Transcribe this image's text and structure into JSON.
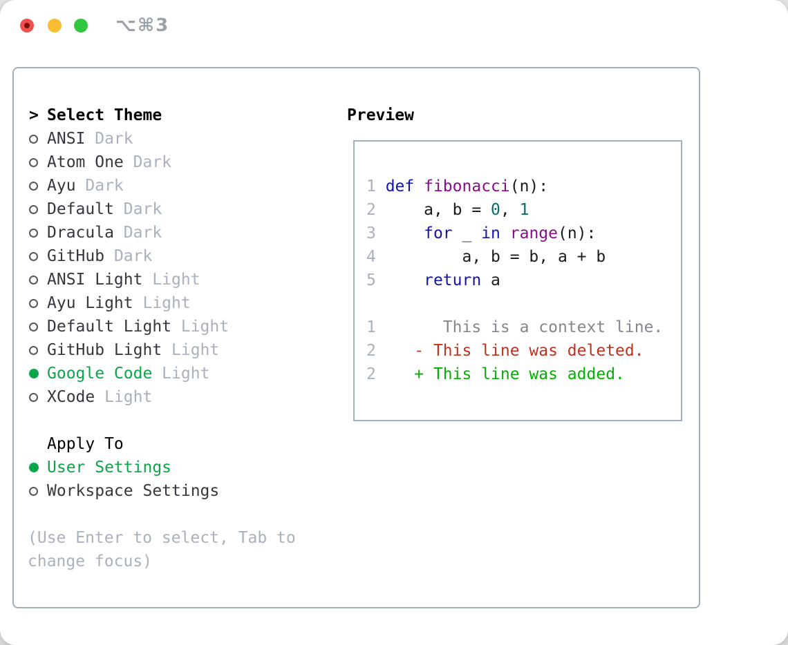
{
  "window": {
    "title": "⌥⌘3"
  },
  "colors": {
    "accent_green": "#0ca64a",
    "added_green": "#00b100",
    "deleted_red": "#c52f1d",
    "context_gray": "#82878d",
    "keyword_blue": "#1414ad",
    "function_purple": "#890d89",
    "literal_teal": "#0d6a6a",
    "muted_gray": "#a9b1bd",
    "panel_border": "#a4adbb",
    "traffic_red": "#f1514e",
    "traffic_yellow": "#f9bd33",
    "traffic_green": "#32c73f"
  },
  "theme_list": {
    "cursor": ">",
    "header": "Select Theme",
    "items": [
      {
        "name": "ANSI",
        "variant": "Dark",
        "selected": false
      },
      {
        "name": "Atom One",
        "variant": "Dark",
        "selected": false
      },
      {
        "name": "Ayu",
        "variant": "Dark",
        "selected": false
      },
      {
        "name": "Default",
        "variant": "Dark",
        "selected": false
      },
      {
        "name": "Dracula",
        "variant": "Dark",
        "selected": false
      },
      {
        "name": "GitHub",
        "variant": "Dark",
        "selected": false
      },
      {
        "name": "ANSI Light",
        "variant": "Light",
        "selected": false
      },
      {
        "name": "Ayu Light",
        "variant": "Light",
        "selected": false
      },
      {
        "name": "Default Light",
        "variant": "Light",
        "selected": false
      },
      {
        "name": "GitHub Light",
        "variant": "Light",
        "selected": false
      },
      {
        "name": "Google Code",
        "variant": "Light",
        "selected": true
      },
      {
        "name": "XCode",
        "variant": "Light",
        "selected": false
      }
    ]
  },
  "apply_to": {
    "header": "Apply To",
    "options": [
      {
        "label": "User Settings",
        "selected": true
      },
      {
        "label": "Workspace Settings",
        "selected": false
      }
    ]
  },
  "hint": "(Use Enter to select, Tab to change focus)",
  "preview": {
    "header": "Preview",
    "code_lines": [
      {
        "num": "1",
        "tokens": [
          {
            "c": "kw",
            "t": "def"
          },
          {
            "t": " "
          },
          {
            "c": "fn",
            "t": "fibonacci"
          },
          {
            "t": "(n):"
          }
        ]
      },
      {
        "num": "2",
        "tokens": [
          {
            "t": "    a, b = "
          },
          {
            "c": "lit",
            "t": "0"
          },
          {
            "t": ", "
          },
          {
            "c": "lit",
            "t": "1"
          }
        ]
      },
      {
        "num": "3",
        "tokens": [
          {
            "t": "    "
          },
          {
            "c": "kw",
            "t": "for"
          },
          {
            "t": " _ "
          },
          {
            "c": "kw",
            "t": "in"
          },
          {
            "t": " "
          },
          {
            "c": "fn",
            "t": "range"
          },
          {
            "t": "(n):"
          }
        ]
      },
      {
        "num": "4",
        "tokens": [
          {
            "t": "        a, b = b, a + b"
          }
        ]
      },
      {
        "num": "5",
        "tokens": [
          {
            "t": "    "
          },
          {
            "c": "kw",
            "t": "return"
          },
          {
            "t": " a"
          }
        ]
      }
    ],
    "diff_lines": [
      {
        "num": "1",
        "kind": "context",
        "text": "      This is a context line."
      },
      {
        "num": "2",
        "kind": "deleted",
        "text": "   - This line was deleted."
      },
      {
        "num": "2",
        "kind": "added",
        "text": "   + This line was added."
      }
    ]
  }
}
